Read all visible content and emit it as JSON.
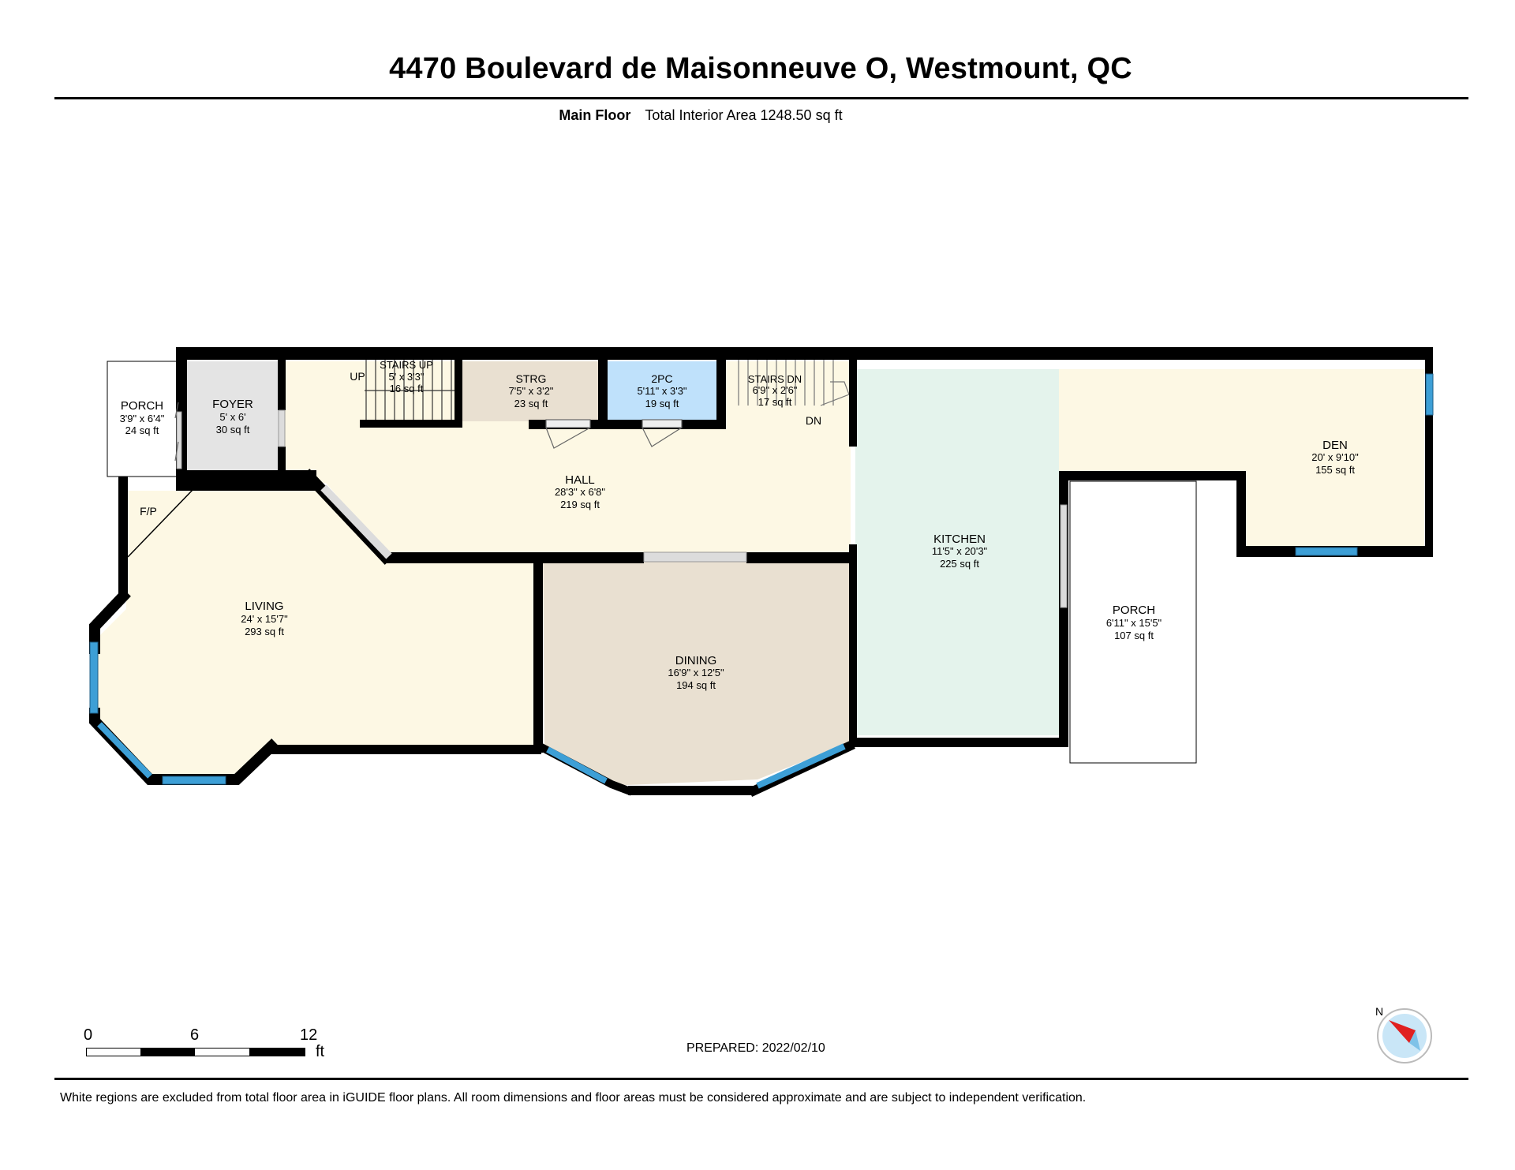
{
  "header": {
    "title": "4470 Boulevard de Maisonneuve O, Westmount, QC",
    "floor": "Main Floor",
    "total_area": "Total Interior Area 1248.50 sq ft"
  },
  "rooms": {
    "porch_west": {
      "name": "PORCH",
      "dims": "3'9\" x 6'4\"",
      "area": "24 sq ft"
    },
    "foyer": {
      "name": "FOYER",
      "dims": "5' x 6'",
      "area": "30 sq ft"
    },
    "stairs_up": {
      "name": "STAIRS UP",
      "dims": "5' x 3'3\"",
      "area": "16 sq ft"
    },
    "strg": {
      "name": "STRG",
      "dims": "7'5\" x 3'2\"",
      "area": "23 sq ft"
    },
    "pc2": {
      "name": "2PC",
      "dims": "5'11\" x 3'3\"",
      "area": "19 sq ft"
    },
    "stairs_dn": {
      "name": "STAIRS DN",
      "dims": "6'9\" x 2'6\"",
      "area": "17 sq ft"
    },
    "hall": {
      "name": "HALL",
      "dims": "28'3\" x 6'8\"",
      "area": "219 sq ft"
    },
    "living": {
      "name": "LIVING",
      "dims": "24' x 15'7\"",
      "area": "293 sq ft"
    },
    "dining": {
      "name": "DINING",
      "dims": "16'9\" x 12'5\"",
      "area": "194 sq ft"
    },
    "kitchen": {
      "name": "KITCHEN",
      "dims": "11'5\" x 20'3\"",
      "area": "225 sq ft"
    },
    "den": {
      "name": "DEN",
      "dims": "20' x 9'10\"",
      "area": "155 sq ft"
    },
    "porch_east": {
      "name": "PORCH",
      "dims": "6'11\" x 15'5\"",
      "area": "107 sq ft"
    }
  },
  "annotations": {
    "up": "UP",
    "dn": "DN",
    "fp": "F/P"
  },
  "scale": {
    "zero": "0",
    "mid": "6",
    "max": "12",
    "unit": "ft"
  },
  "compass": {
    "north": "N"
  },
  "prepared": "PREPARED: 2022/02/10",
  "disclaimer": "White regions are excluded from total floor area in iGUIDE floor plans. All room dimensions and floor areas must be considered approximate and are subject to independent verification.",
  "colors": {
    "wall": "#000000",
    "hall_living_den": "#fdf8e4",
    "foyer": "#e4e4e4",
    "strg_dining": "#e9e0d1",
    "pc2": "#bfe1fb",
    "kitchen": "#e4f3ec",
    "window": "#3d9fd6",
    "compass_red": "#e02020"
  }
}
